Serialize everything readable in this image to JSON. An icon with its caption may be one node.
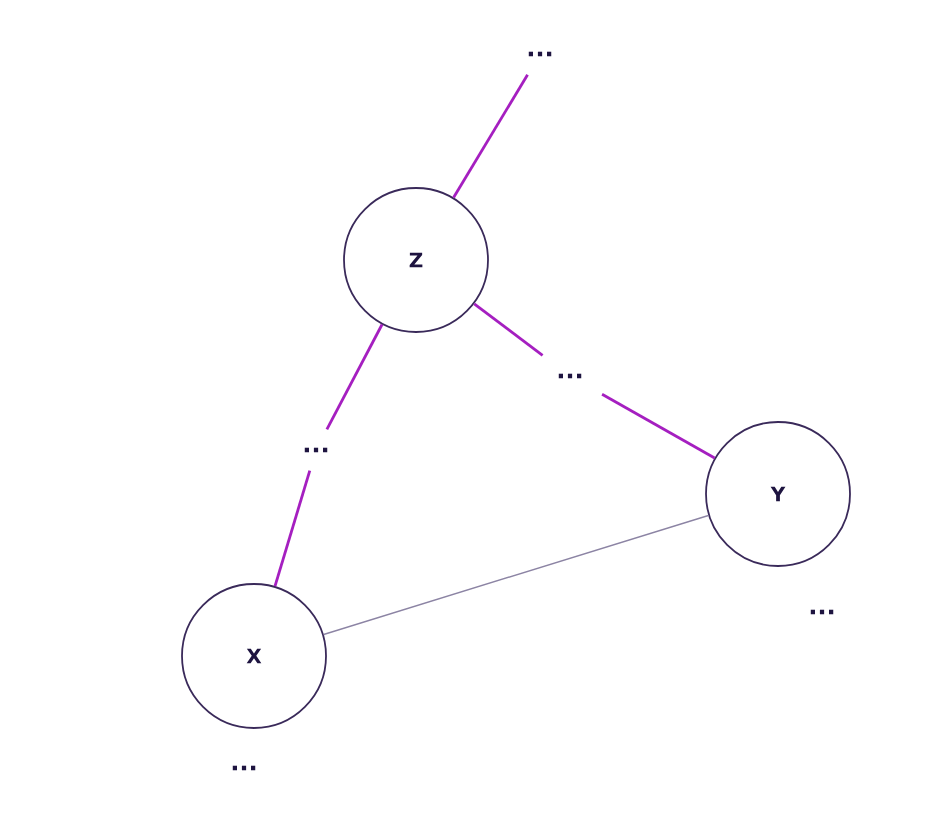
{
  "diagram": {
    "nodes": [
      {
        "text": [
          "Z"
        ]
      },
      {
        "text": [
          "Y"
        ],
        "beside": [
          "..."
        ]
      },
      {
        "text": [
          "X"
        ],
        "beside": [
          "..."
        ]
      },
      {
        "text": [
          "..."
        ]
      },
      {
        "text": [
          "..."
        ]
      },
      {
        "text": [
          "..."
        ]
      }
    ],
    "edges": [
      {
        "from": 0,
        "to": 3,
        "arrow": "none"
      },
      {
        "from": 0,
        "to": 4,
        "arrow": "none"
      },
      {
        "from": 4,
        "to": 1,
        "arrow": "none"
      },
      {
        "from": 0,
        "to": 5,
        "arrow": "none"
      },
      {
        "from": 5,
        "to": 2,
        "arrow": "none"
      },
      {
        "from": 2,
        "to": 1,
        "arrow": "none",
        "color": "#8c84a4"
      }
    ]
  }
}
